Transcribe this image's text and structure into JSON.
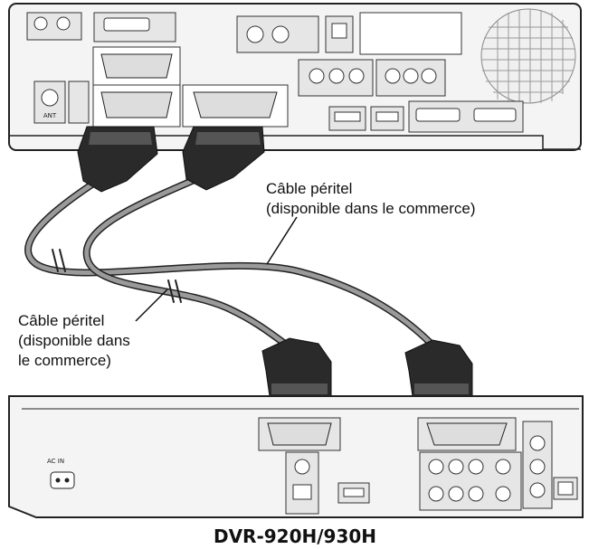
{
  "callouts": {
    "cable_top": {
      "line1": "Câble péritel",
      "line2": "(disponible dans le commerce)"
    },
    "cable_left": {
      "line1": "Câble péritel",
      "line2": "(disponible dans",
      "line3": "le commerce)"
    }
  },
  "recorder": {
    "model": "DVR-920H/930H",
    "ac_in_label": "AC IN"
  },
  "tv": {
    "antenna_label": "ANT"
  },
  "colors": {
    "panel": "#f4f4f4",
    "panel_stroke": "#222222",
    "cable": "#9a9a9a",
    "connector": "#2a2a2a"
  }
}
